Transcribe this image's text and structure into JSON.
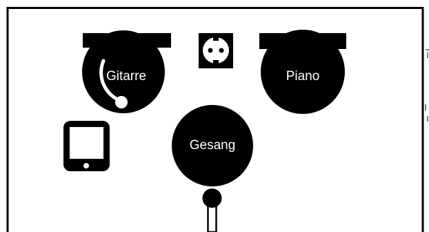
{
  "stage_plot": {
    "colors": {
      "border": "#000000",
      "shape": "#000000",
      "text": "#ffffff",
      "background": "#ffffff"
    },
    "instruments": [
      {
        "id": "gitarre",
        "label": "Gitarre",
        "icon": "guitar-amp-icon"
      },
      {
        "id": "piano",
        "label": "Piano",
        "icon": "piano-amp-icon"
      },
      {
        "id": "gesang",
        "label": "Gesang",
        "icon": "vocal-position-icon"
      }
    ],
    "equipment": [
      {
        "id": "power-outlet",
        "icon": "power-outlet-icon"
      },
      {
        "id": "tablet",
        "icon": "tablet-icon"
      },
      {
        "id": "microphone",
        "icon": "microphone-icon"
      }
    ]
  }
}
